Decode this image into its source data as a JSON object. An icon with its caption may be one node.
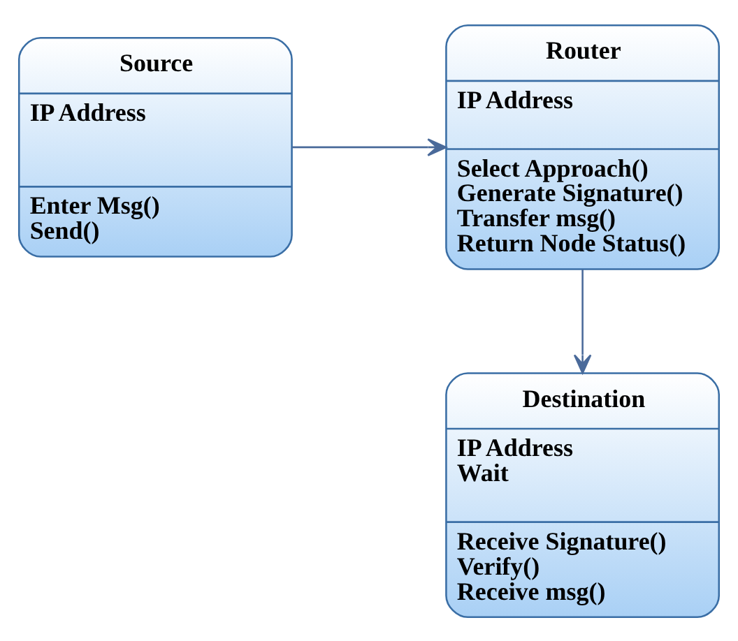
{
  "diagram": {
    "nodes": [
      {
        "text": [
          "Source",
          "IP Address",
          "Enter Msg()",
          "Send()"
        ]
      },
      {
        "text": [
          "Router",
          "IP Address",
          "Select Approach()",
          "Generate Signature()",
          "Transfer msg()",
          "Return Node Status()"
        ]
      },
      {
        "text": [
          "Destination",
          "IP Address",
          "Wait",
          "Receive Signature()",
          "Verify()",
          "Receive msg()"
        ]
      }
    ],
    "edges": [
      {
        "from": 0,
        "to": 1,
        "arrow": "to"
      },
      {
        "from": 1,
        "to": 2,
        "arrow": "to"
      }
    ]
  }
}
